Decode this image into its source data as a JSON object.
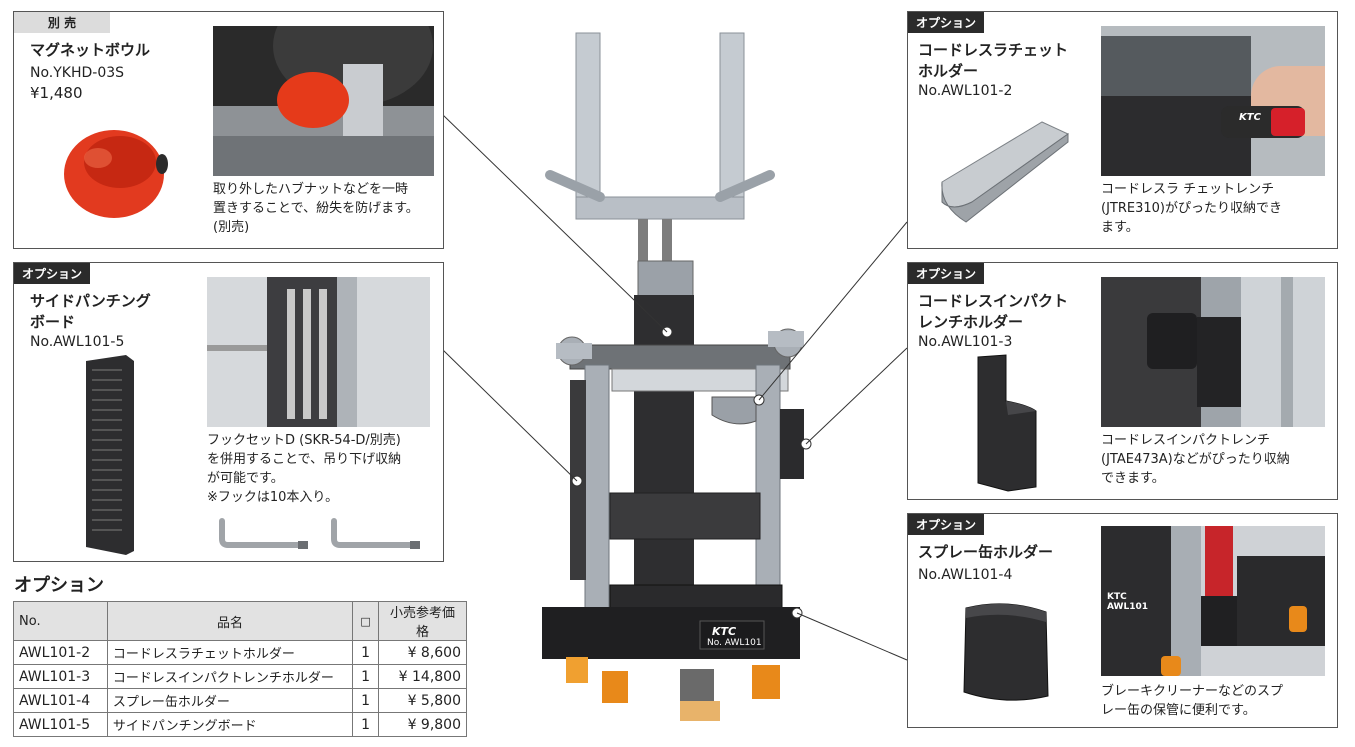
{
  "panels": {
    "bowl": {
      "tag": "別 売",
      "title": "マグネットボウル",
      "model": "No.YKHD-03S",
      "price": "¥1,480",
      "description": "取り外したハブナットなどを一時\n置きすることで、紛失を防げます。\n(別売)"
    },
    "ratchet": {
      "tag": "オプション",
      "title": "コードレスラチェット\nホルダー",
      "model": "No.AWL101-2",
      "description": "コードレスラ チェットレンチ\n(JTRE310)がぴったり収納でき\nます。",
      "photo_logo": "KTC"
    },
    "side": {
      "tag": "オプション",
      "title": "サイドパンチング\nボード",
      "model": "No.AWL101-5",
      "description": "フックセットD (SKR-54-D/別売)\nを併用することで、吊り下げ収納\nが可能です。\n※フックは10本入り。"
    },
    "impact": {
      "tag": "オプション",
      "title": "コードレスインパクト\nレンチホルダー",
      "model": "No.AWL101-3",
      "description": "コードレスインパクトレンチ\n(JTAE473A)などがぴったり収納\nできます。"
    },
    "spray": {
      "tag": "オプション",
      "title": "スプレー缶ホルダー",
      "model": "No.AWL101-4",
      "description": "ブレーキクリーナーなどのスプ\nレー缶の保管に便利です。",
      "photo_label": "KTC\nAWL101"
    }
  },
  "cart_label": {
    "brand": "KTC",
    "model": "No. AWL101"
  },
  "options_table": {
    "title": "オプション",
    "headers": [
      "No.",
      "品名",
      "□",
      "小売参考価格"
    ],
    "rows": [
      [
        "AWL101-2",
        "コードレスラチェットホルダー",
        "1",
        "¥ 8,600"
      ],
      [
        "AWL101-3",
        "コードレスインパクトレンチホルダー",
        "1",
        "¥ 14,800"
      ],
      [
        "AWL101-4",
        "スプレー缶ホルダー",
        "1",
        "¥ 5,800"
      ],
      [
        "AWL101-5",
        "サイドパンチングボード",
        "1",
        "¥ 9,800"
      ]
    ]
  },
  "colors": {
    "accent_orange": "#e8891a",
    "frame_gray": "#a9afb6",
    "dark_steel": "#2e2e30"
  }
}
